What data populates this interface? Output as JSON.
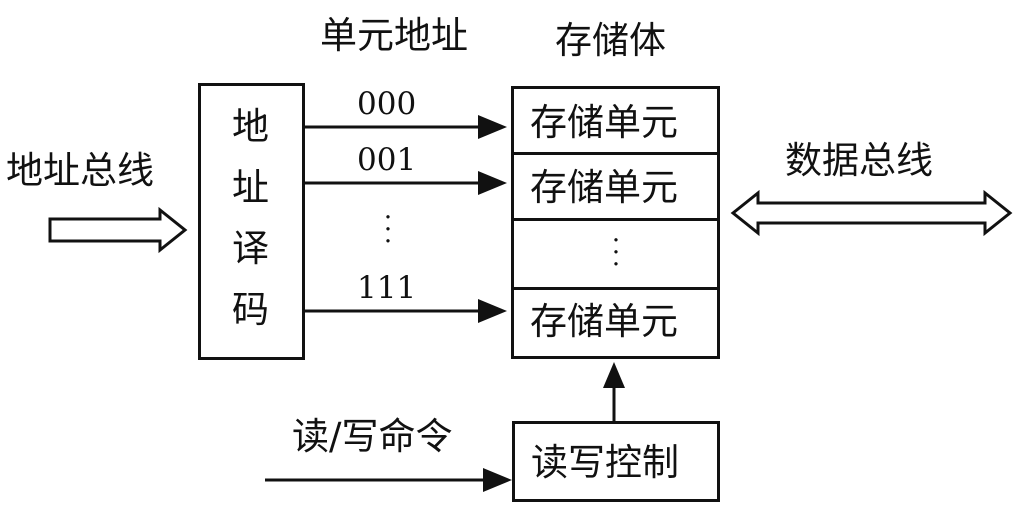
{
  "labels": {
    "unit_address": "单元地址",
    "storage_body": "存储体",
    "address_bus": "地址总线",
    "data_bus": "数据总线",
    "rw_command": "读/写命令"
  },
  "decoder": {
    "chars": [
      "地",
      "址",
      "译",
      "码"
    ]
  },
  "addresses": {
    "first": "000",
    "second": "001",
    "last": "111"
  },
  "storage": {
    "cells": [
      "存储单元",
      "存储单元",
      "存储单元"
    ]
  },
  "control": {
    "label": "读写控制"
  }
}
